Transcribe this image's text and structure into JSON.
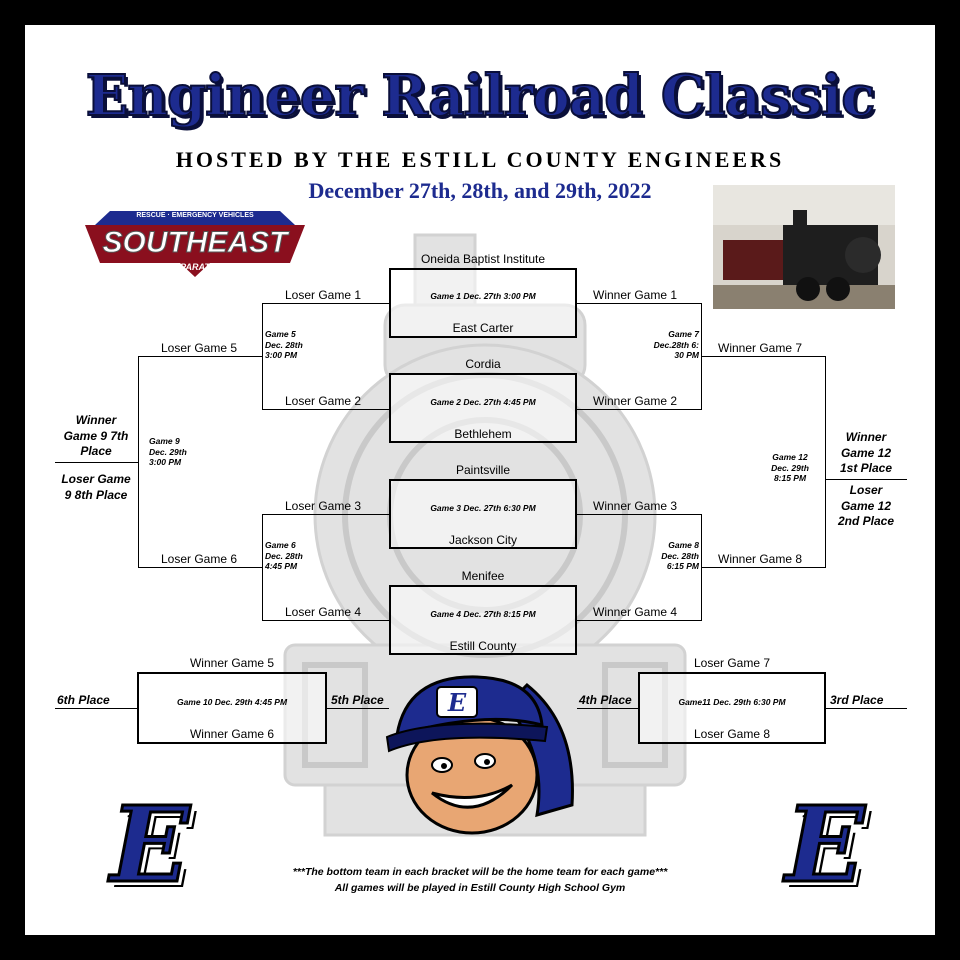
{
  "title": "Engineer Railroad Classic",
  "hosted_by": "HOSTED BY THE ESTILL COUNTY ENGINEERS",
  "dates": "December 27th, 28th, and 29th, 2022",
  "sponsor": {
    "top_text": "RESCUE · EMERGENCY VEHICLES",
    "name": "SOUTHEAST",
    "sub": "APPARATUS"
  },
  "logo_letter": "E",
  "games": {
    "g1": {
      "top": "Oneida Baptist Institute",
      "info": "Game 1 Dec. 27th 3:00 PM",
      "bottom": "East Carter"
    },
    "g2": {
      "top": "Cordia",
      "info": "Game 2 Dec. 27th 4:45 PM",
      "bottom": "Bethlehem"
    },
    "g3": {
      "top": "Paintsville",
      "info": "Game 3 Dec. 27th 6:30 PM",
      "bottom": "Jackson City"
    },
    "g4": {
      "top": "Menifee",
      "info": "Game 4 Dec. 27th 8:15 PM",
      "bottom": "Estill County"
    },
    "g10": {
      "top": "Winner Game 5",
      "info": "Game 10 Dec. 29th 4:45 PM",
      "bottom": "Winner Game 6"
    },
    "g11": {
      "top": "Loser Game 7",
      "info": "Game11 Dec. 29th 6:30 PM",
      "bottom": "Loser Game 8"
    }
  },
  "labels": {
    "loser1": "Loser Game 1",
    "loser2": "Loser Game 2",
    "loser3": "Loser Game 3",
    "loser4": "Loser Game 4",
    "winner1": "Winner Game 1",
    "winner2": "Winner Game 2",
    "winner3": "Winner Game 3",
    "winner4": "Winner Game 4",
    "loser5": "Loser Game 5",
    "loser6": "Loser Game 6",
    "winner7": "Winner Game 7",
    "winner8": "Winner Game 8"
  },
  "game_times": {
    "g5": [
      "Game 5",
      "Dec. 28th",
      "3:00 PM"
    ],
    "g6": [
      "Game 6",
      "Dec. 28th",
      "4:45 PM"
    ],
    "g7": [
      "Game 7",
      "Dec.28th 6:",
      "30 PM"
    ],
    "g8": [
      "Game 8",
      "Dec. 28th",
      "6:15 PM"
    ],
    "g9": [
      "Game 9",
      "Dec. 29th",
      "3:00 PM"
    ],
    "g12": [
      "Game 12",
      "Dec. 29th",
      "8:15 PM"
    ]
  },
  "places": {
    "winner9": [
      "Winner",
      "Game 9 7th",
      "Place"
    ],
    "loser9": [
      "Loser Game",
      "9 8th Place"
    ],
    "winner12": [
      "Winner",
      "Game 12",
      "1st Place"
    ],
    "loser12": [
      "Loser",
      "Game 12",
      "2nd Place"
    ],
    "sixth": "6th Place",
    "fifth": "5th Place",
    "fourth": "4th Place",
    "third": "3rd Place"
  },
  "footer": {
    "line1": "***The bottom team in each bracket will be the home team for each game***",
    "line2": "All games will be played in Estill County High School Gym"
  },
  "colors": {
    "navy": "#1d2b8f",
    "red": "#c8102e",
    "watermark": "#dcdcdc"
  }
}
